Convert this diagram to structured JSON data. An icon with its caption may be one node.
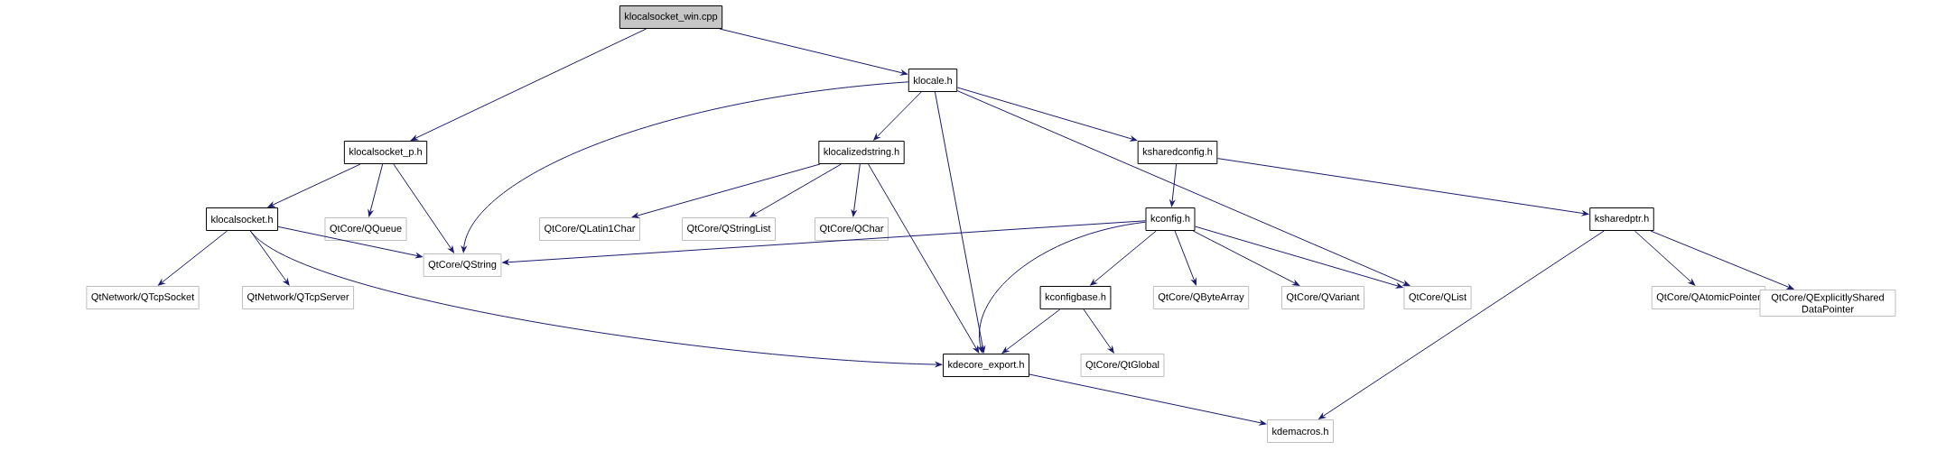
{
  "diagram": {
    "nodes": [
      {
        "text": [
          "klocalsocket_win.cpp"
        ]
      },
      {
        "text": [
          "klocale.h"
        ]
      },
      {
        "text": [
          "klocalsocket_p.h"
        ]
      },
      {
        "text": [
          "klocalizedstring.h"
        ]
      },
      {
        "text": [
          "ksharedconfig.h"
        ]
      },
      {
        "text": [
          "klocalsocket.h"
        ]
      },
      {
        "text": [
          "QtCore/QQueue"
        ]
      },
      {
        "text": [
          "QtCore/QString"
        ]
      },
      {
        "text": [
          "QtCore/QLatin1Char"
        ]
      },
      {
        "text": [
          "QtCore/QStringList"
        ]
      },
      {
        "text": [
          "QtCore/QChar"
        ]
      },
      {
        "text": [
          "kconfig.h"
        ]
      },
      {
        "text": [
          "ksharedptr.h"
        ]
      },
      {
        "text": [
          "QtNetwork/QTcpSocket"
        ]
      },
      {
        "text": [
          "QtNetwork/QTcpServer"
        ]
      },
      {
        "text": [
          "kconfigbase.h"
        ]
      },
      {
        "text": [
          "QtCore/QByteArray"
        ]
      },
      {
        "text": [
          "QtCore/QVariant"
        ]
      },
      {
        "text": [
          "QtCore/QList"
        ]
      },
      {
        "text": [
          "QtCore/QAtomicPointer"
        ]
      },
      {
        "text": [
          "QtCore/QExplicitlyShared DataPointer"
        ]
      },
      {
        "text": [
          "kdecore_export.h"
        ]
      },
      {
        "text": [
          "QtCore/QtGlobal"
        ]
      },
      {
        "text": [
          "kdemacros.h"
        ]
      }
    ],
    "edges": [
      {
        "from": 0,
        "to": 2,
        "arrow": "to"
      },
      {
        "from": 0,
        "to": 1,
        "arrow": "to"
      },
      {
        "from": 1,
        "to": 7,
        "arrow": "to"
      },
      {
        "from": 1,
        "to": 3,
        "arrow": "to"
      },
      {
        "from": 1,
        "to": 21,
        "arrow": "to"
      },
      {
        "from": 1,
        "to": 4,
        "arrow": "to"
      },
      {
        "from": 1,
        "to": 18,
        "arrow": "to"
      },
      {
        "from": 2,
        "to": 5,
        "arrow": "to"
      },
      {
        "from": 2,
        "to": 6,
        "arrow": "to"
      },
      {
        "from": 2,
        "to": 7,
        "arrow": "to"
      },
      {
        "from": 3,
        "to": 8,
        "arrow": "to"
      },
      {
        "from": 3,
        "to": 9,
        "arrow": "to"
      },
      {
        "from": 3,
        "to": 10,
        "arrow": "to"
      },
      {
        "from": 3,
        "to": 21,
        "arrow": "to"
      },
      {
        "from": 4,
        "to": 11,
        "arrow": "to"
      },
      {
        "from": 4,
        "to": 12,
        "arrow": "to"
      },
      {
        "from": 5,
        "to": 13,
        "arrow": "to"
      },
      {
        "from": 5,
        "to": 14,
        "arrow": "to"
      },
      {
        "from": 5,
        "to": 7,
        "arrow": "to"
      },
      {
        "from": 5,
        "to": 21,
        "arrow": "to"
      },
      {
        "from": 11,
        "to": 7,
        "arrow": "to"
      },
      {
        "from": 11,
        "to": 21,
        "arrow": "to"
      },
      {
        "from": 11,
        "to": 15,
        "arrow": "to"
      },
      {
        "from": 11,
        "to": 16,
        "arrow": "to"
      },
      {
        "from": 11,
        "to": 17,
        "arrow": "to"
      },
      {
        "from": 11,
        "to": 18,
        "arrow": "to"
      },
      {
        "from": 12,
        "to": 19,
        "arrow": "to"
      },
      {
        "from": 12,
        "to": 20,
        "arrow": "to"
      },
      {
        "from": 12,
        "to": 23,
        "arrow": "to"
      },
      {
        "from": 15,
        "to": 21,
        "arrow": "to"
      },
      {
        "from": 15,
        "to": 22,
        "arrow": "to"
      },
      {
        "from": 21,
        "to": 23,
        "arrow": "to"
      }
    ]
  }
}
